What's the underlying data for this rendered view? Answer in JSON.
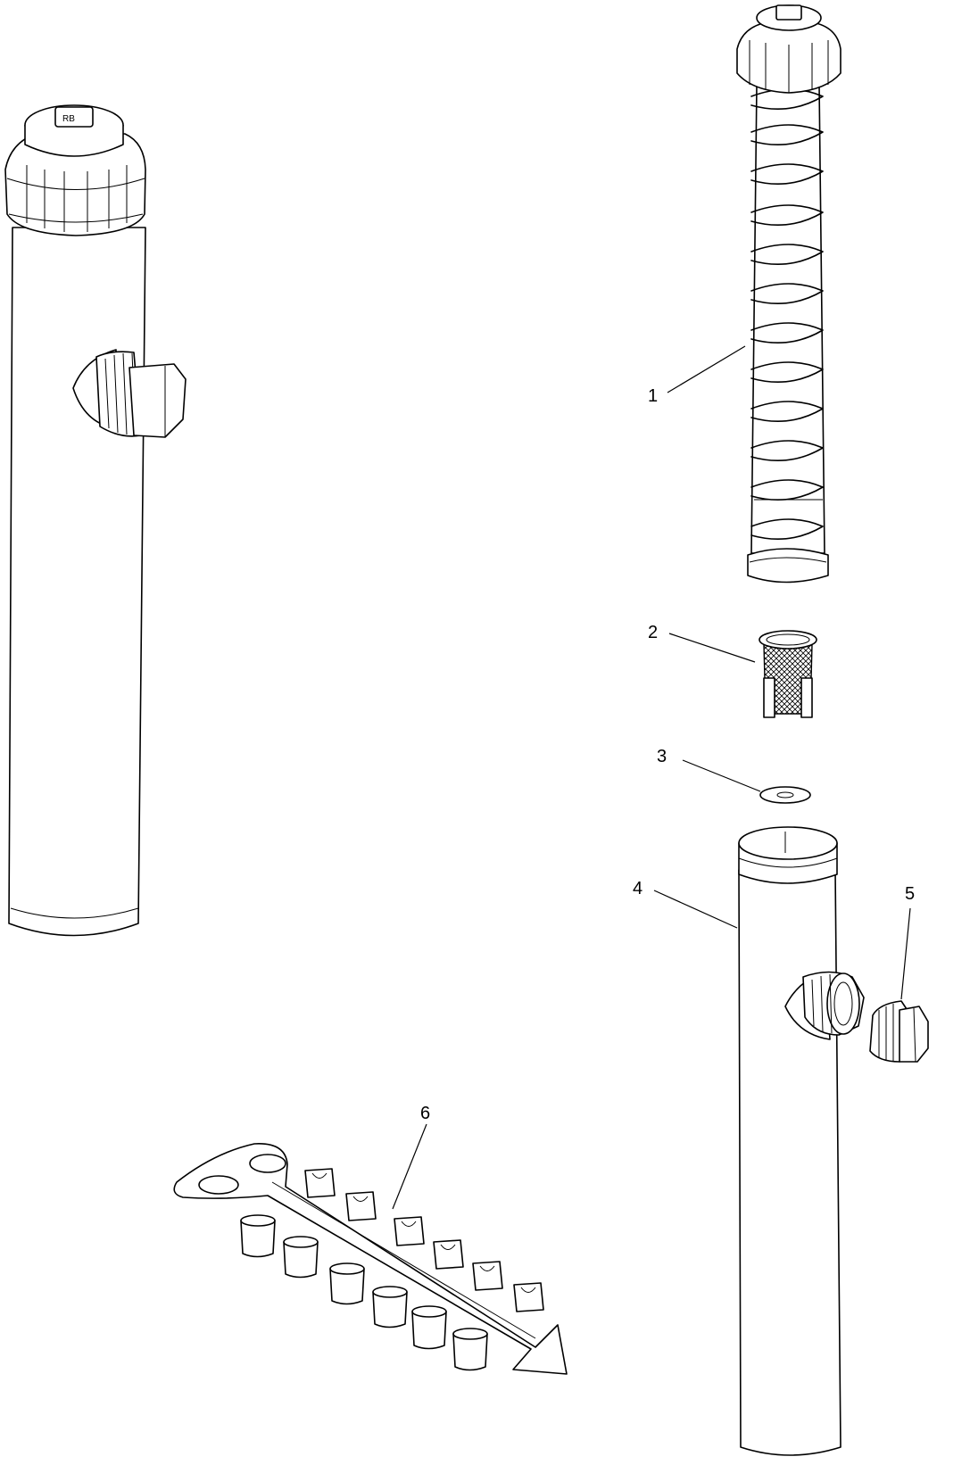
{
  "callouts": [
    {
      "id": "1",
      "label": "1"
    },
    {
      "id": "2",
      "label": "2"
    },
    {
      "id": "3",
      "label": "3"
    },
    {
      "id": "4",
      "label": "4"
    },
    {
      "id": "5",
      "label": "5"
    },
    {
      "id": "6",
      "label": "6"
    }
  ],
  "icons": {
    "assembled": "assembled-sprinkler-body",
    "riser": "riser-with-spring",
    "screen": "filter-screen",
    "washer": "washer",
    "body": "sprinkler-body-case",
    "plug": "side-inlet-plug",
    "tool": "nozzle-tree-tool"
  }
}
